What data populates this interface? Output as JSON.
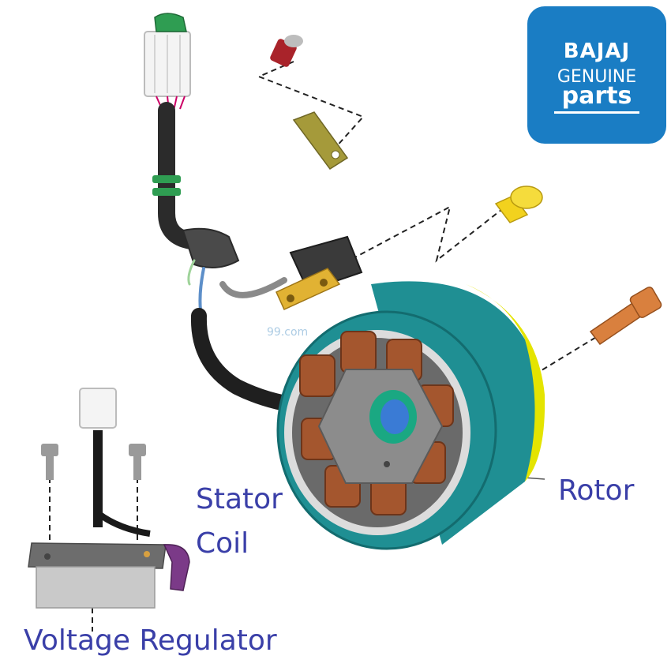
{
  "labels": {
    "stator": "Stator",
    "coil": "Coil",
    "rotor": "Rotor",
    "voltage_regulator": "Voltage Regulator"
  },
  "logo": {
    "brand": "BAJAJ",
    "line2": "GENUINE",
    "line3": "parts"
  },
  "watermark": "99.com",
  "colors": {
    "label_text": "#3a3fa8",
    "logo_bg": "#1a7dc4",
    "rotor_teal": "#1f8f93",
    "rotor_yellow": "#e4e400",
    "coil_copper": "#a4562e",
    "bolt_orange": "#d9803e",
    "bolt_yellow": "#f2d21e",
    "bolt_red": "#a9232a"
  }
}
